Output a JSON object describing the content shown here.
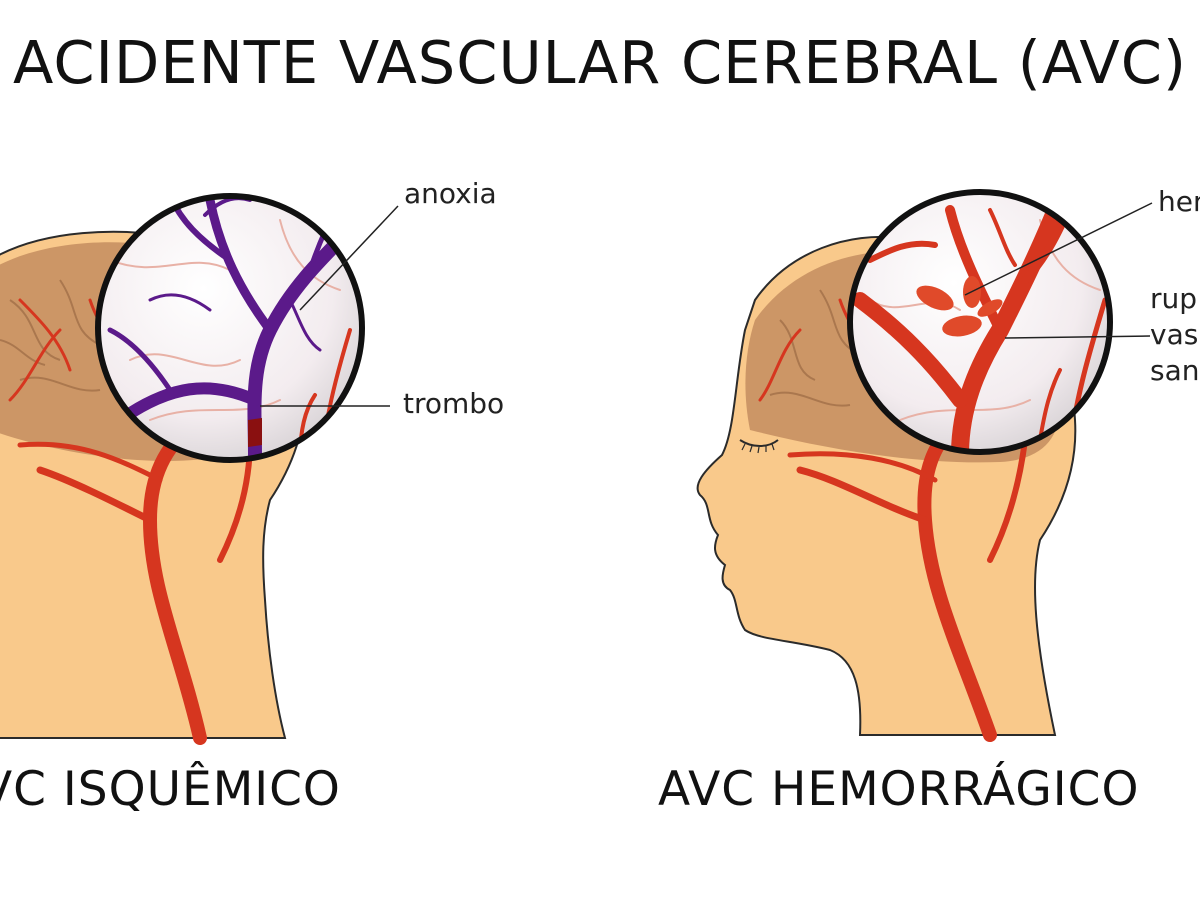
{
  "title": "ACIDENTE VASCULAR CEREBRAL (AVC)",
  "left_panel": {
    "caption": "VC ISQUÊMICO",
    "labels": {
      "anoxia": "anoxia",
      "trombo": "trombo"
    }
  },
  "right_panel": {
    "caption": "AVC HEMORRÁGICO",
    "labels": {
      "hem": "hem",
      "rup": "rup",
      "vas": "vas",
      "san": "san"
    }
  },
  "colors": {
    "skin": "#f9c98b",
    "skin_outline": "#2b2b2b",
    "brain": "#c48d5f",
    "artery": "#d6361f",
    "ischemic_vessel": "#5b1a8a",
    "lens_ring": "#111111"
  }
}
